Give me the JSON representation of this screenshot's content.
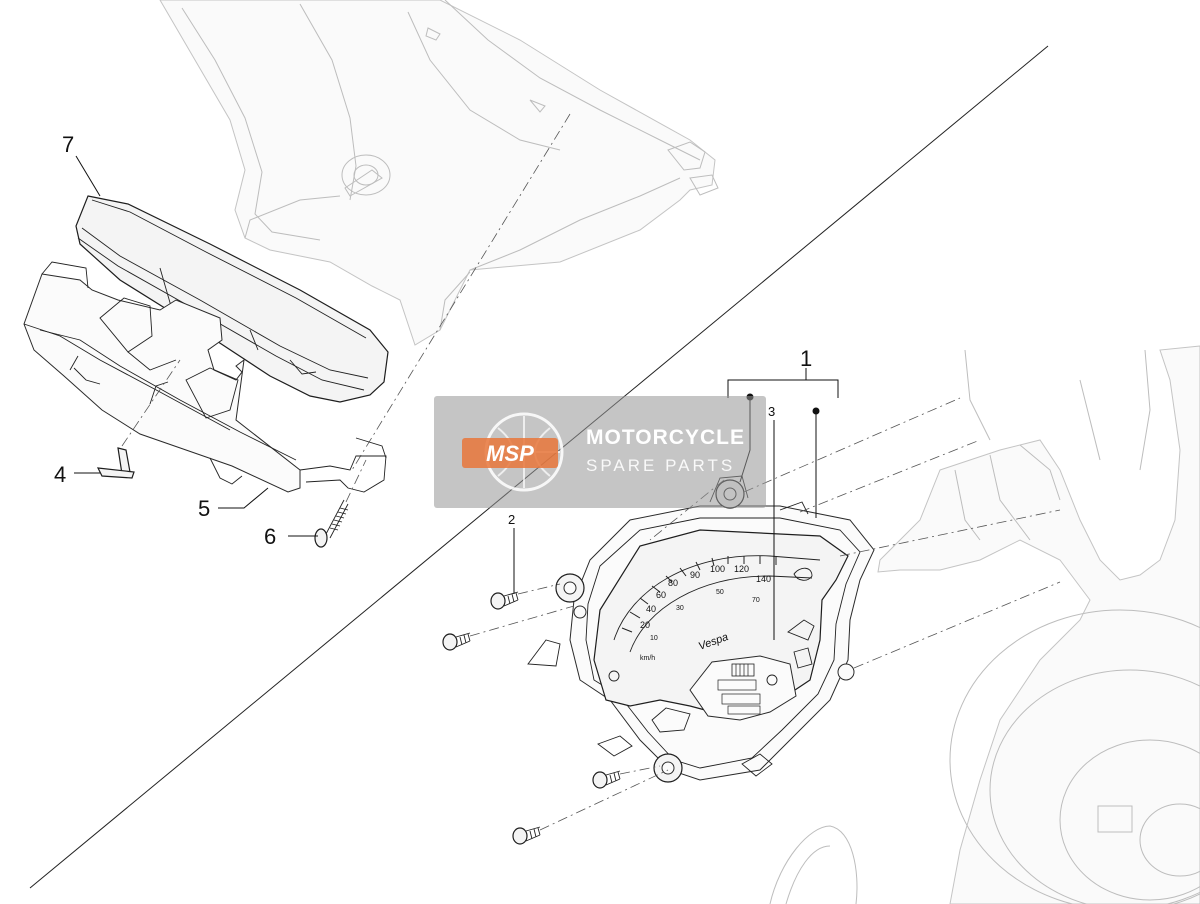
{
  "diagram": {
    "callouts": [
      {
        "id": "1",
        "label": "1"
      },
      {
        "id": "2",
        "label": "2"
      },
      {
        "id": "3",
        "label": "3"
      },
      {
        "id": "4",
        "label": "4"
      },
      {
        "id": "5",
        "label": "5"
      },
      {
        "id": "6",
        "label": "6"
      },
      {
        "id": "7",
        "label": "7"
      }
    ],
    "dial_numbers": [
      "10",
      "20",
      "30",
      "40",
      "50",
      "60",
      "70",
      "80",
      "90",
      "100",
      "120",
      "140"
    ],
    "dial_unit": "km/h",
    "brand_script": "Vespa"
  },
  "watermark": {
    "logo_text": "MSP",
    "title": "MOTORCYCLE",
    "subtitle": "SPARE PARTS",
    "accent_color": "#e8763a",
    "box_color": "#969696"
  }
}
